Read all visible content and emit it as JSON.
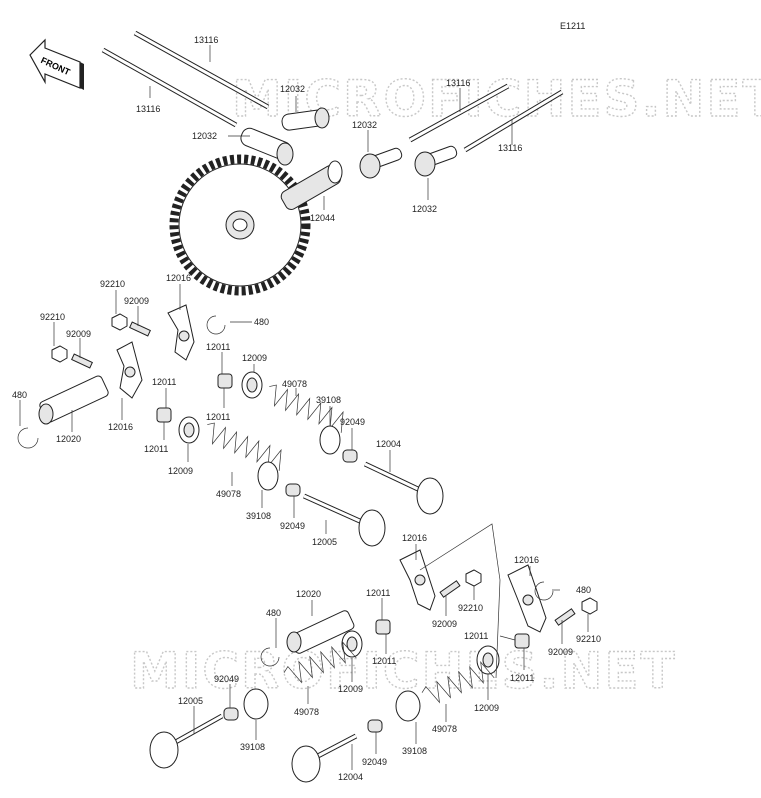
{
  "diagram_id": "E1211",
  "front_label": "FRONT",
  "watermark": "MICROFICHES.NET",
  "callouts": [
    "13116",
    "13116",
    "13116",
    "13116",
    "12032",
    "12032",
    "12032",
    "12032",
    "12044",
    "12016",
    "92210",
    "92009",
    "92210",
    "92009",
    "480",
    "12020",
    "12016",
    "480",
    "12011",
    "12011",
    "12009",
    "12011",
    "12011",
    "49078",
    "39108",
    "92049",
    "12004",
    "12009",
    "49078",
    "39108",
    "92049",
    "12005",
    "12016",
    "12016",
    "480",
    "92009",
    "92210",
    "92009",
    "92210",
    "12011",
    "12011",
    "12020",
    "480",
    "12011",
    "12011",
    "12009",
    "92049",
    "49078",
    "12005",
    "39108",
    "49078",
    "12009",
    "39108",
    "92049",
    "12004"
  ]
}
